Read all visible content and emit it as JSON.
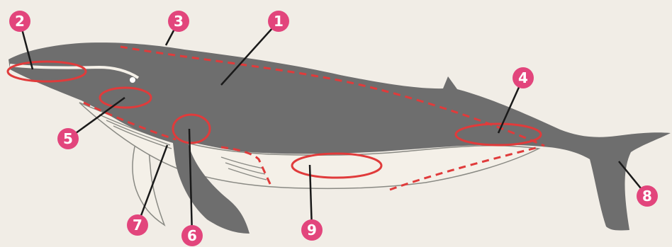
{
  "colors": {
    "background": "#f1ede6",
    "whale_body": "#6e6e6e",
    "whale_belly": "#f4f0e8",
    "outline": "#8a8a84",
    "highlight": "#e03b3b",
    "badge": "#e2457c",
    "leader": "#1a1a1a"
  },
  "markers": [
    {
      "id": "1",
      "label": "1"
    },
    {
      "id": "2",
      "label": "2"
    },
    {
      "id": "3",
      "label": "3"
    },
    {
      "id": "4",
      "label": "4"
    },
    {
      "id": "5",
      "label": "5"
    },
    {
      "id": "6",
      "label": "6"
    },
    {
      "id": "7",
      "label": "7"
    },
    {
      "id": "8",
      "label": "8"
    },
    {
      "id": "9",
      "label": "9"
    }
  ]
}
